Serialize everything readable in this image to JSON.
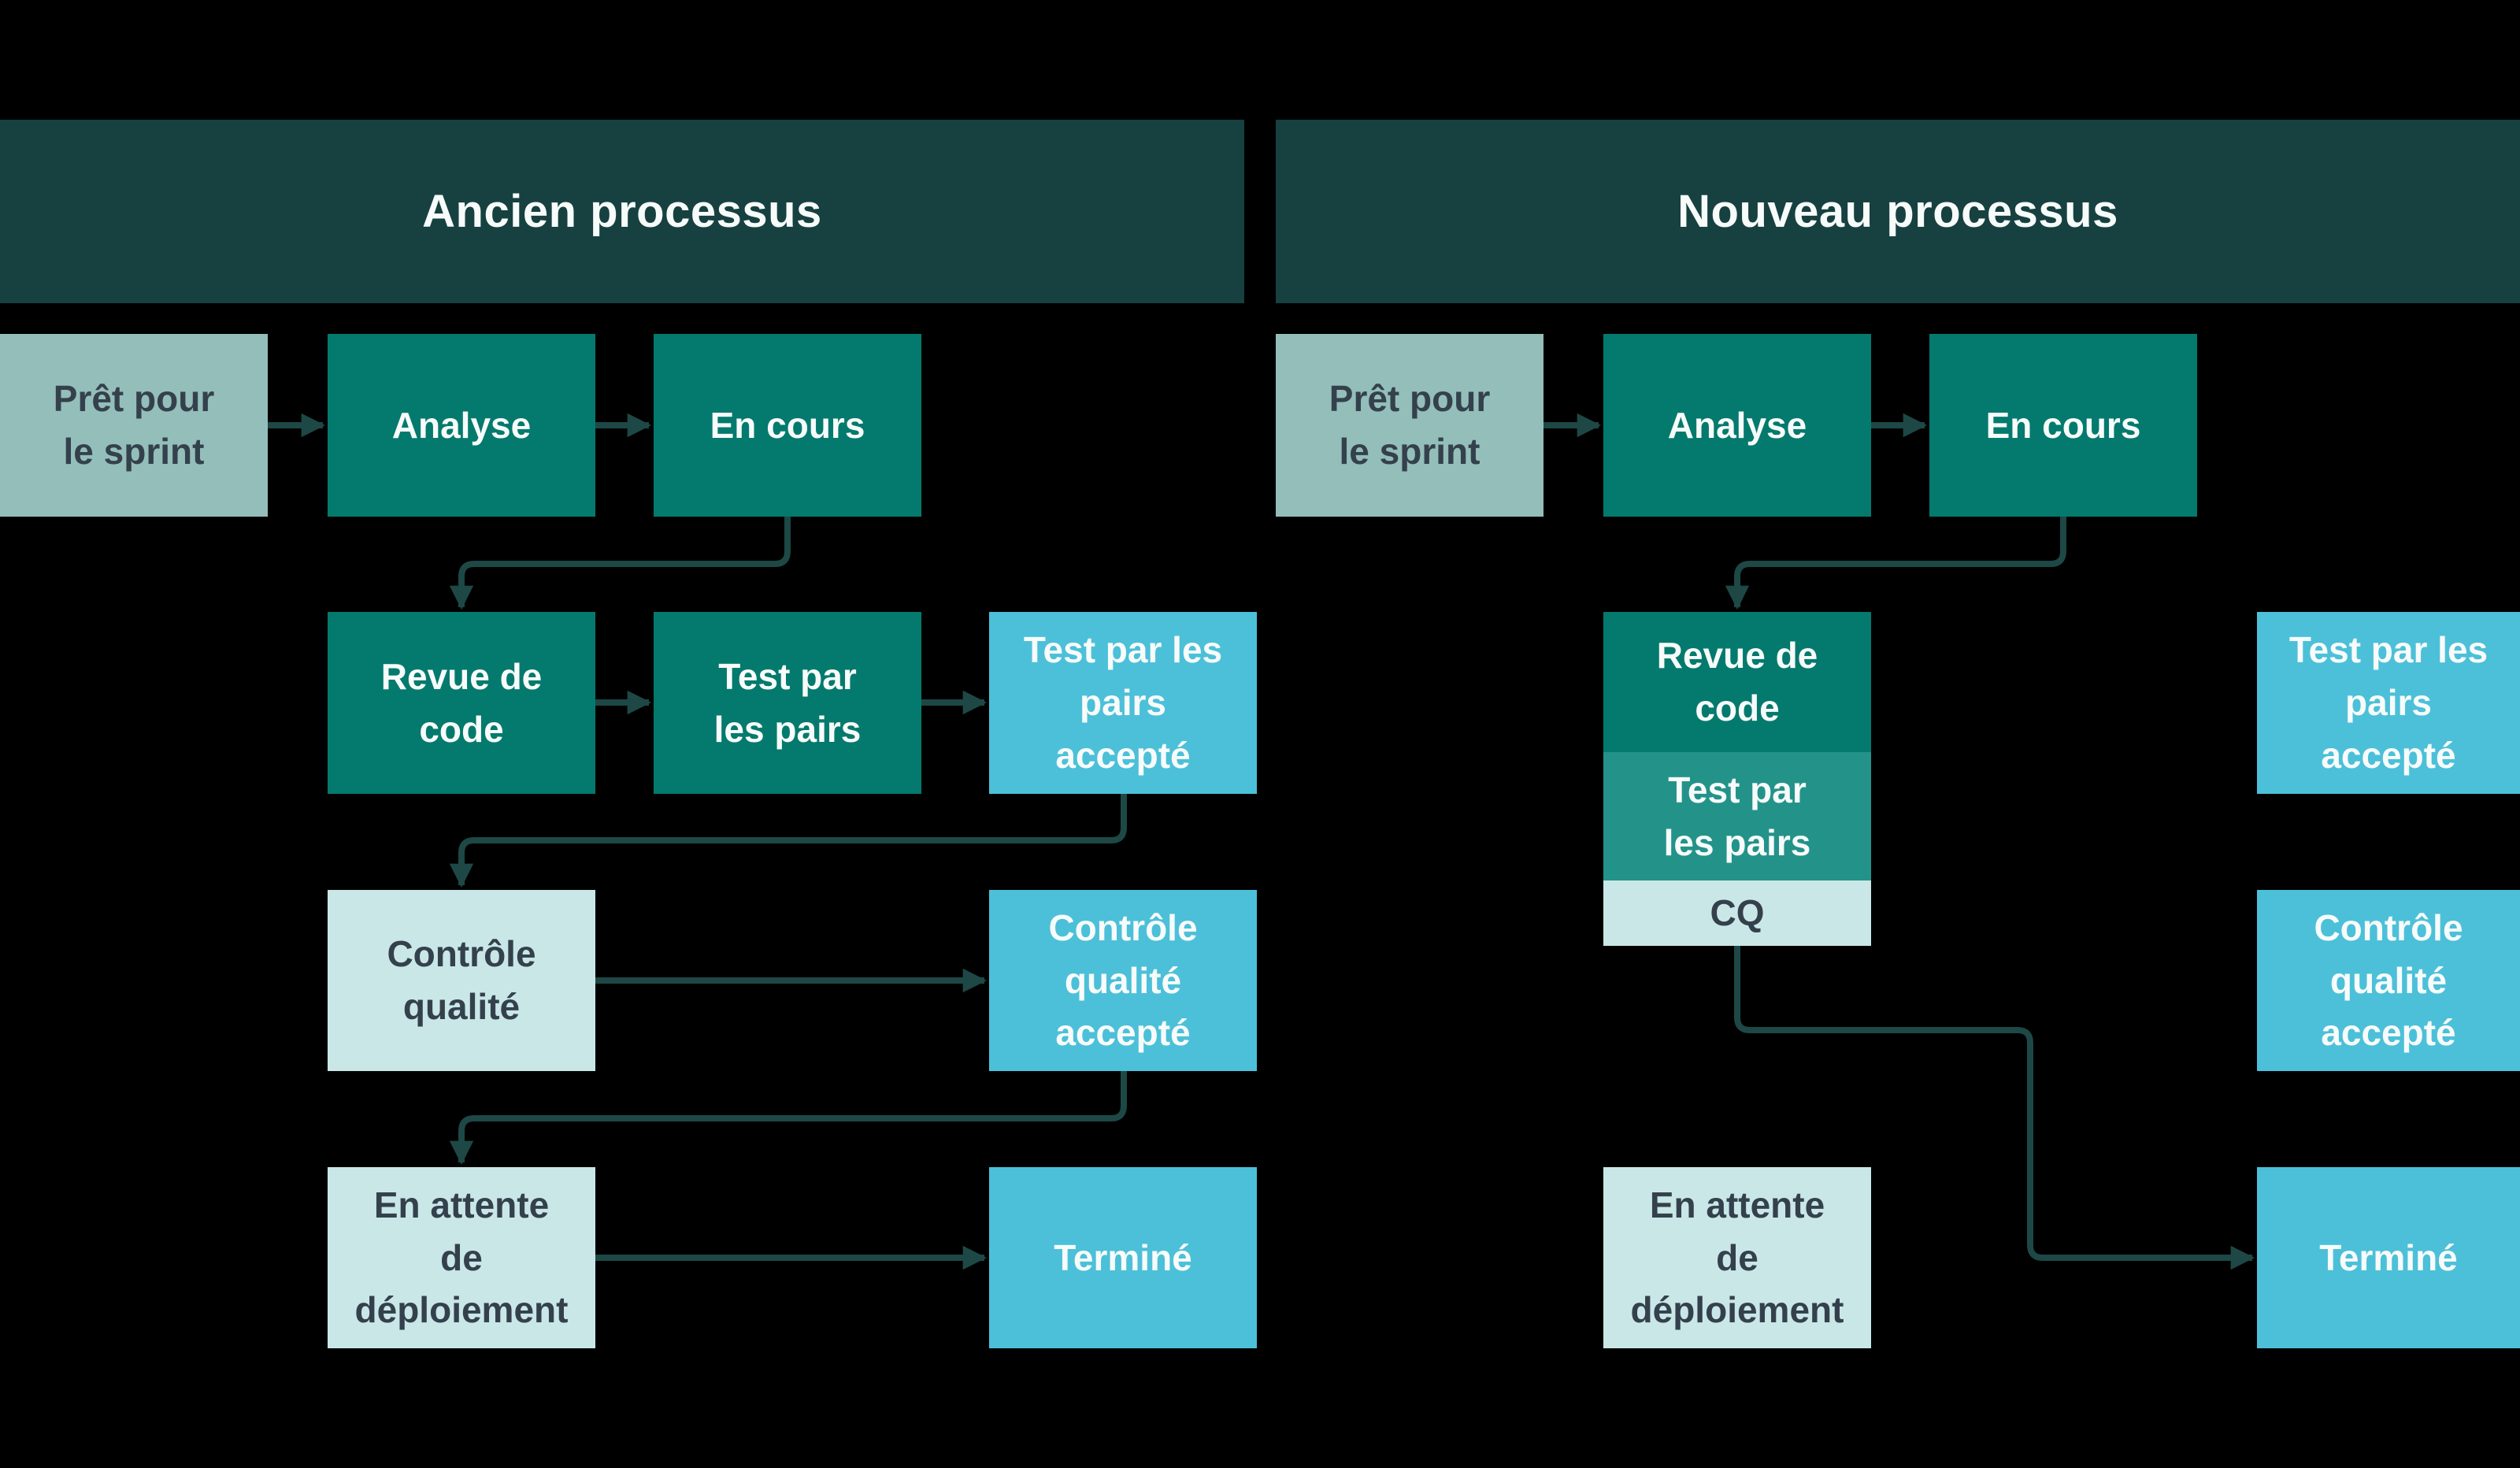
{
  "colors": {
    "background": "#000000",
    "header": "#164140",
    "teal": "#037a6d",
    "teal_medium": "#23938a",
    "sage": "#94beb9",
    "cyan": "#4cc0d9",
    "pale": "#c9e7e7",
    "arrow": "#1d4846",
    "text_light": "#f7fbfa",
    "text_dark": "#34414d"
  },
  "old_process": {
    "header": "Ancien processus",
    "nodes": {
      "ready": "Prêt pour\nle sprint",
      "analyse": "Analyse",
      "en_cours": "En cours",
      "revue_code": "Revue de\ncode",
      "test_pairs": "Test par\nles pairs",
      "test_pairs_accepte": "Test par les\npairs\naccepté",
      "controle_qualite": "Contrôle\nqualité",
      "controle_qualite_accepte": "Contrôle\nqualité\naccepté",
      "attente_deploiement": "En attente\nde\ndéploiement",
      "termine": "Terminé"
    }
  },
  "new_process": {
    "header": "Nouveau processus",
    "nodes": {
      "ready": "Prêt pour\nle sprint",
      "analyse": "Analyse",
      "en_cours": "En cours",
      "stacked": {
        "revue_code": "Revue de\ncode",
        "test_pairs": "Test par\nles pairs",
        "cq": "CQ"
      },
      "test_pairs_accepte": "Test par les\npairs\naccepté",
      "controle_qualite_accepte": "Contrôle\nqualité\naccepté",
      "attente_deploiement": "En attente\nde\ndéploiement",
      "termine": "Terminé"
    }
  }
}
